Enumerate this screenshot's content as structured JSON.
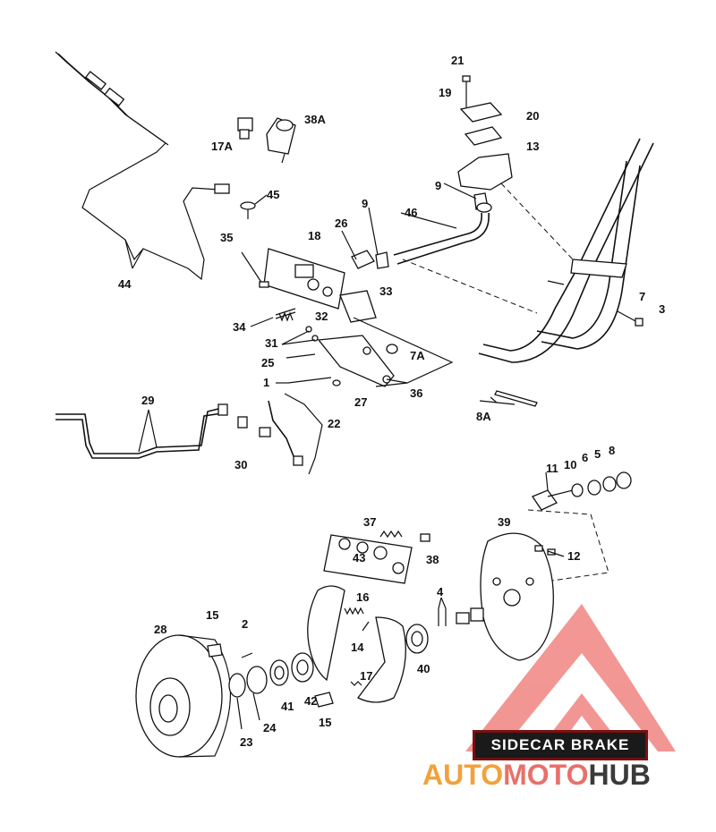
{
  "diagram": {
    "callouts": [
      "44",
      "17A",
      "38A",
      "21",
      "19",
      "20",
      "13",
      "45",
      "9",
      "9",
      "46",
      "26",
      "18",
      "35",
      "33",
      "34",
      "32",
      "31",
      "25",
      "7A",
      "1",
      "27",
      "36",
      "7",
      "3",
      "29",
      "22",
      "30",
      "8A",
      "11",
      "10",
      "6",
      "5",
      "8",
      "37",
      "38",
      "39",
      "43",
      "12",
      "16",
      "4",
      "15",
      "2",
      "28",
      "14",
      "17",
      "40",
      "41",
      "42",
      "15",
      "23",
      "24"
    ]
  },
  "banner": {
    "title": "SIDECAR BRAKE"
  },
  "brand": {
    "part1": "AUTO",
    "part2": "MOTO",
    "part3": "HUB"
  },
  "colors": {
    "logo_red": "#e8413c",
    "logo_orange": "#f2a23a",
    "title_bg": "#1a1a1a"
  }
}
